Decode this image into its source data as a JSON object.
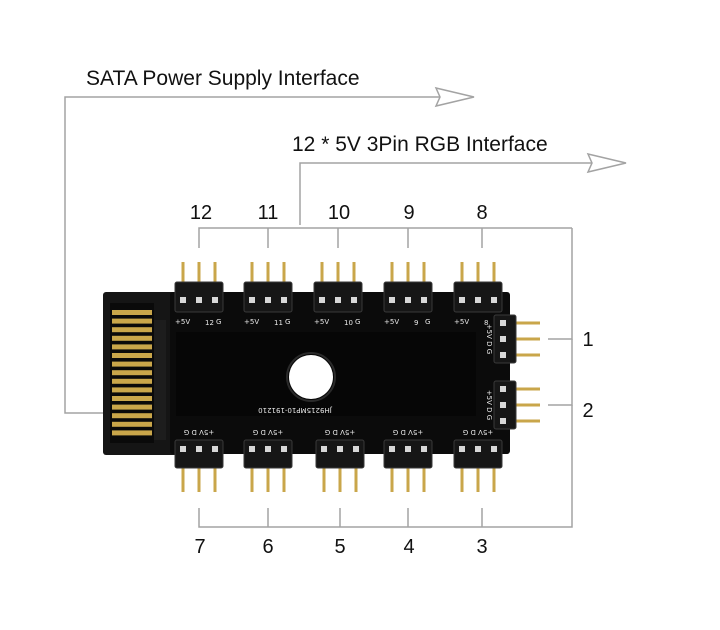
{
  "sata_label": "SATA Power Supply Interface",
  "rgb_label": "12 * 5V 3Pin RGB Interface",
  "port_numbers": {
    "p1": "1",
    "p2": "2",
    "p3": "3",
    "p4": "4",
    "p5": "5",
    "p6": "6",
    "p7": "7",
    "p8": "8",
    "p9": "9",
    "p10": "10",
    "p11": "11",
    "p12": "12"
  },
  "pin_labels": {
    "plus5v": "+5V",
    "d": "D",
    "g": "G"
  },
  "board_code": "JH9215MP10-191210",
  "colors": {
    "line": "#a3a3a3",
    "board": "#0b0b0b",
    "pin": "#c9a64a",
    "silk": "#e8e8e8"
  }
}
